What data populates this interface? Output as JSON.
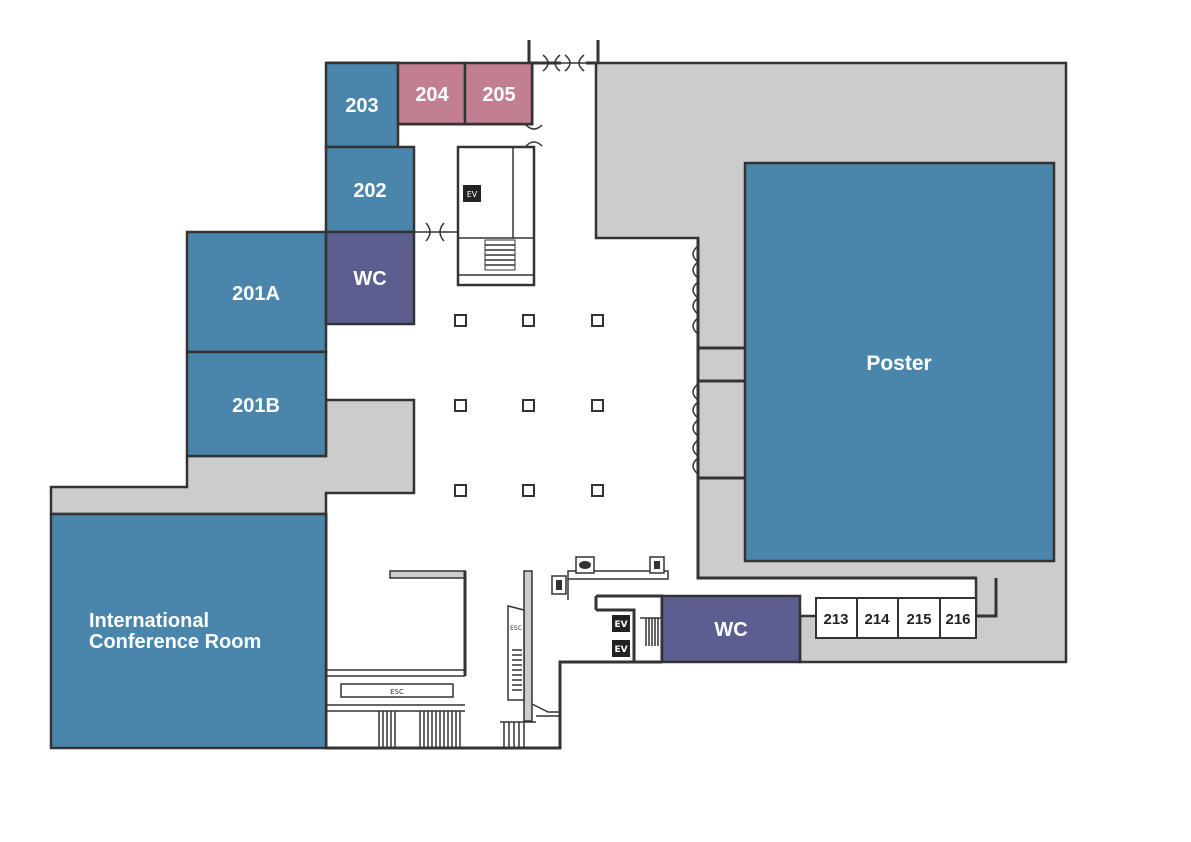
{
  "rooms": {
    "r201a": "201A",
    "r201b": "201B",
    "r202": "202",
    "r203": "203",
    "r204": "204",
    "r205": "205",
    "wc_upper": "WC",
    "wc_lower": "WC",
    "poster": "Poster",
    "intl_line1": "International",
    "intl_line2": "Conference Room",
    "r213": "213",
    "r214": "214",
    "r215": "215",
    "r216": "216"
  },
  "markers": {
    "ev_top": "EV",
    "ev_lower_1": "EV",
    "ev_lower_2": "EV",
    "esc_horizontal": "ESC",
    "esc_vertical": "ESC"
  },
  "icons": {
    "telephone": "telephone-icon",
    "payphone": "payphone-icon",
    "trash": "trash-bin-icon",
    "door": "double-door-icon"
  },
  "colors": {
    "room_blue": "#4a86ab",
    "room_pink": "#c27f92",
    "room_purple": "#5b5e8e",
    "service_grey": "#cccccd",
    "wall": "#333333"
  }
}
